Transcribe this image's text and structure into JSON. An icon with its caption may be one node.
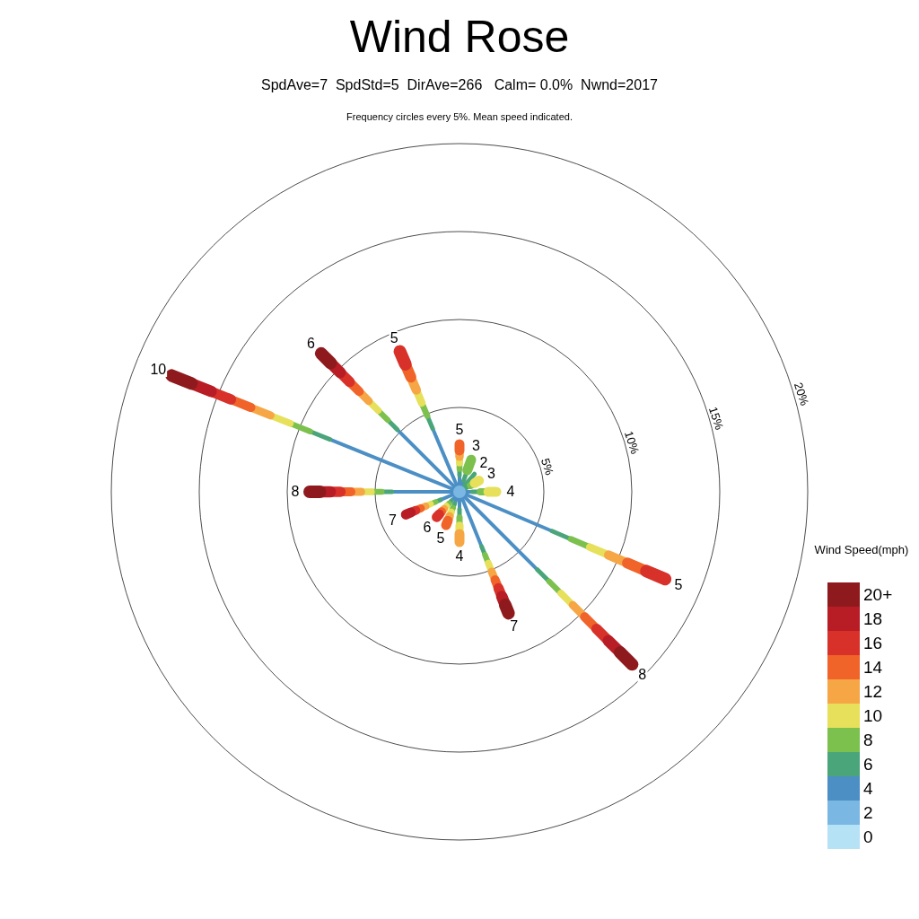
{
  "diagram": {
    "title": "Wind Rose",
    "labels": [
      "SpdAve=7  SpdStd=5  DirAve=266   Calm= 0.0%  Nwnd=2017",
      "Frequency circles every 5%. Mean speed indicated.",
      "5%",
      "10%",
      "15%",
      "20%",
      "5",
      "3",
      "2",
      "3",
      "4",
      "5",
      "8",
      "7",
      "4",
      "5",
      "6",
      "7",
      "8",
      "10",
      "6",
      "5",
      "Wind Speed(mph)"
    ],
    "legend": [
      {
        "text": "20+",
        "color": "#8f1a1e"
      },
      {
        "text": "18",
        "color": "#b81c24"
      },
      {
        "text": "16",
        "color": "#d7312a"
      },
      {
        "text": "14",
        "color": "#f06329"
      },
      {
        "text": "12",
        "color": "#f6a645"
      },
      {
        "text": "10",
        "color": "#e6e05a"
      },
      {
        "text": "8",
        "color": "#7cc04e"
      },
      {
        "text": "6",
        "color": "#4aa57a"
      },
      {
        "text": "4",
        "color": "#4b8fc5"
      },
      {
        "text": "2",
        "color": "#7ab8e3"
      },
      {
        "text": "0",
        "color": "#b5e2f5"
      }
    ]
  }
}
